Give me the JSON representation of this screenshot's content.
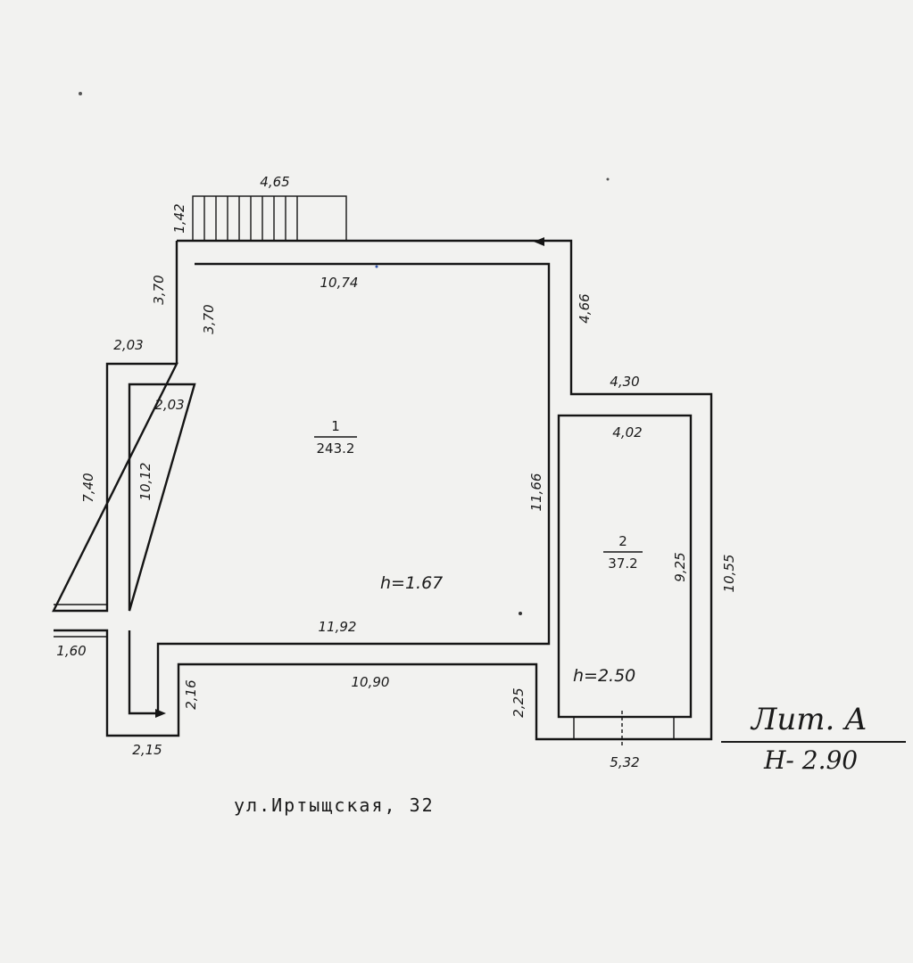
{
  "plan": {
    "address": "ул.Иртыщская,  32",
    "lit_label": "Лит. А",
    "lit_height": "Н- 2.90",
    "rooms": [
      {
        "number": "1",
        "area": "243.2",
        "height": "h=1.67"
      },
      {
        "number": "2",
        "area": "37.2",
        "height": "h=2.50"
      }
    ],
    "dimensions": {
      "stair_width": "4,65",
      "stair_depth": "1,42",
      "top_inner": "10,74",
      "left_upper_outer": "3,70",
      "left_upper_inner": "3,70",
      "step_outer": "2,03",
      "step_inner": "2,03",
      "left_outer": "7,40",
      "left_inner": "10,12",
      "right_upper_outer": "4,66",
      "annex_top_outer": "4,30",
      "annex_top_inner": "4,02",
      "room1_right_inner": "11,66",
      "annex_right_inner": "9,25",
      "annex_right_outer": "10,55",
      "bottom_inner": "11,92",
      "entry_width": "1,60",
      "corridor_height": "2,16",
      "corridor_width": "2,15",
      "bottom_outer": "10,90",
      "annex_step": "2,25",
      "annex_bottom": "5,32"
    }
  }
}
